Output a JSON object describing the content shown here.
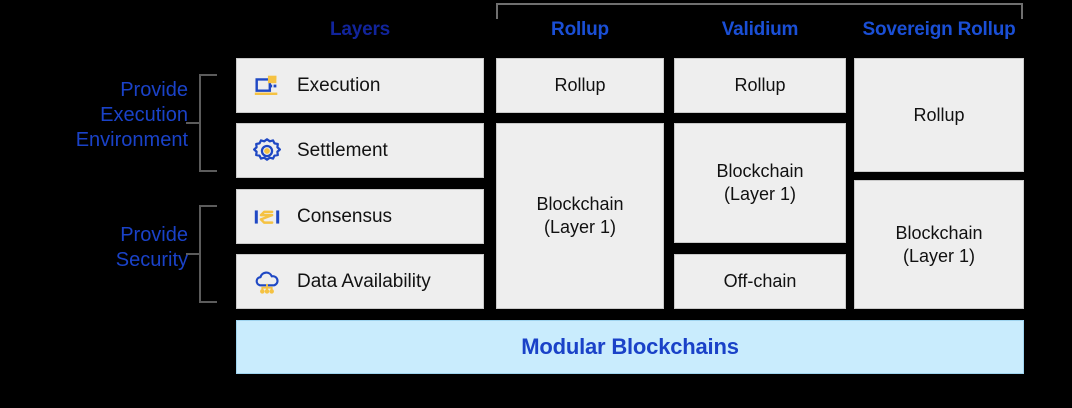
{
  "headers": {
    "layers": "Layers",
    "rollup": "Rollup",
    "validium": "Validium",
    "sovereign_rollup": "Sovereign Rollup"
  },
  "group_labels": {
    "execution_environment": "Provide\nExecution\nEnvironment",
    "security": "Provide\nSecurity"
  },
  "layers": [
    {
      "label": "Execution",
      "icon": "laptop-execution-icon"
    },
    {
      "label": "Settlement",
      "icon": "gear-settlement-icon"
    },
    {
      "label": "Consensus",
      "icon": "consensus-icon"
    },
    {
      "label": "Data Availability",
      "icon": "cloud-data-availability-icon"
    }
  ],
  "columns": {
    "rollup": [
      {
        "label": "Rollup",
        "rows": 1
      },
      {
        "label": "Blockchain\n(Layer 1)",
        "rows": 3
      }
    ],
    "validium": [
      {
        "label": "Rollup",
        "rows": 1
      },
      {
        "label": "Blockchain\n(Layer 1)",
        "rows": 2
      },
      {
        "label": "Off-chain",
        "rows": 1
      }
    ],
    "sovereign_rollup": [
      {
        "label": "Rollup",
        "rows": 2
      },
      {
        "label": "Blockchain\n(Layer 1)",
        "rows": 2
      }
    ]
  },
  "footer": {
    "modular_blockchains": "Modular Blockchains"
  },
  "colors": {
    "background": "#000000",
    "box_fill": "#eeeeee",
    "accent_blue": "#1a42c8",
    "header_blue": "#1a4fd6",
    "footer_fill": "#c9ecfd",
    "icon_blue": "#1f48c4",
    "icon_yellow": "#f5c242",
    "bracket_gray": "#5c5c5c"
  }
}
